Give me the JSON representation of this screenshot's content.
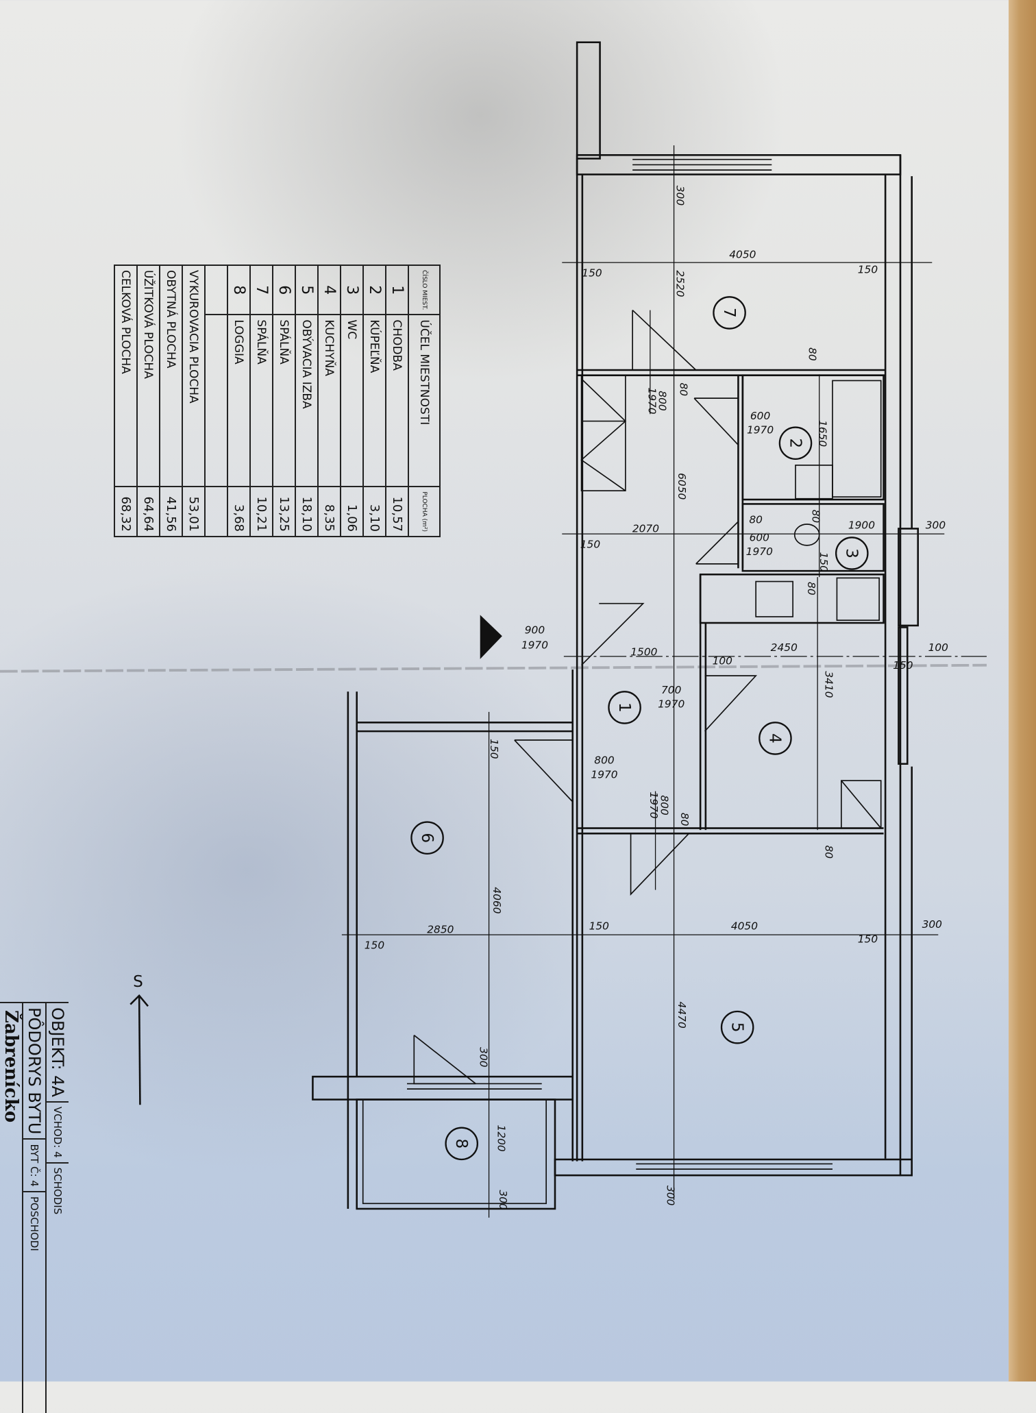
{
  "room_table": {
    "headers": {
      "number": "ČÍSLO MIEST.",
      "purpose": "ÚČEL MIESTNOSTI",
      "area": "PLOCHA (m²)"
    },
    "rooms": [
      {
        "number": "1",
        "name": "CHODBA",
        "area": "10,57"
      },
      {
        "number": "2",
        "name": "KÚPEĽŇA",
        "area": "3,10"
      },
      {
        "number": "3",
        "name": "WC",
        "area": "1,06"
      },
      {
        "number": "4",
        "name": "KUCHYŇA",
        "area": "8,35"
      },
      {
        "number": "5",
        "name": "OBÝVACIA IZBA",
        "area": "18,10"
      },
      {
        "number": "6",
        "name": "SPÁLŇA",
        "area": "13,25"
      },
      {
        "number": "7",
        "name": "SPÁLŇA",
        "area": "10,21"
      },
      {
        "number": "8",
        "name": "LOGGIA",
        "area": "3,68"
      }
    ],
    "totals": [
      {
        "label": "VYKUROVACIA PLOCHA",
        "area": "53,01"
      },
      {
        "label": "OBYTNÁ PLOCHA",
        "area": "41,56"
      },
      {
        "label": "ÚŽITKOVÁ PLOCHA",
        "area": "64,64"
      },
      {
        "label": "CELKOVÁ PLOCHA",
        "area": "68,32"
      }
    ]
  },
  "title_block": {
    "objekt": "OBJEKT: 4A",
    "vchod": "VCHOD: 4",
    "schodisko": "SCHODIS",
    "title": "PÔDORYS BYTU",
    "byt": "BYT Č: 4",
    "poschodie": "POSCHODI",
    "handwritten": "Žabrenícko"
  },
  "north_arrow": {
    "label": "S"
  },
  "plan": {
    "room_numbers": [
      "7",
      "2",
      "3",
      "1",
      "4",
      "6",
      "5",
      "8"
    ],
    "dimensions": [
      "4050",
      "150",
      "150",
      "300",
      "2520",
      "80",
      "80",
      "800",
      "1970",
      "600",
      "1970",
      "1650",
      "6050",
      "2070",
      "150",
      "80",
      "600",
      "1970",
      "80",
      "1900",
      "300",
      "150",
      "80",
      "900",
      "1970",
      "1500",
      "100",
      "2450",
      "150",
      "100",
      "700",
      "1970",
      "3410",
      "150",
      "800",
      "1970",
      "800",
      "1970",
      "80",
      "80",
      "4060",
      "2850",
      "150",
      "150",
      "4050",
      "150",
      "300",
      "4470",
      "300",
      "1200",
      "300",
      "300"
    ]
  },
  "colors": {
    "ink": "#111111",
    "paper": "#e6e7e6",
    "wood": "#c49a62"
  }
}
